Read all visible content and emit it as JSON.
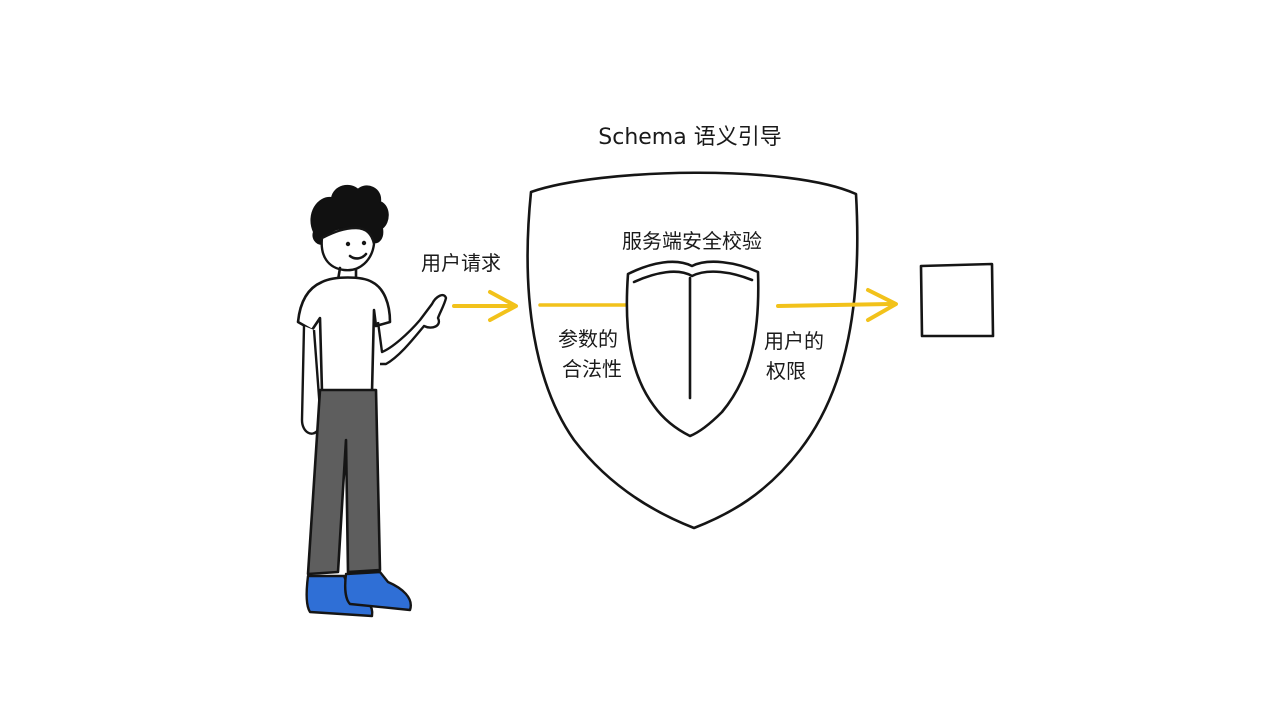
{
  "diagram": {
    "title": "Schema 语义引导",
    "shield_label": "服务端安全校验",
    "request_label": "用户请求",
    "left_check": [
      "参数的",
      "合法性"
    ],
    "right_check": [
      "用户的",
      "权限"
    ],
    "colors": {
      "arrow": "#f2c21b",
      "ink": "#151515",
      "shoes": "#2f6fd6",
      "pants": "#5e5e5e"
    },
    "icons": [
      "person-figure",
      "outer-shield",
      "inner-shield",
      "output-box"
    ]
  }
}
